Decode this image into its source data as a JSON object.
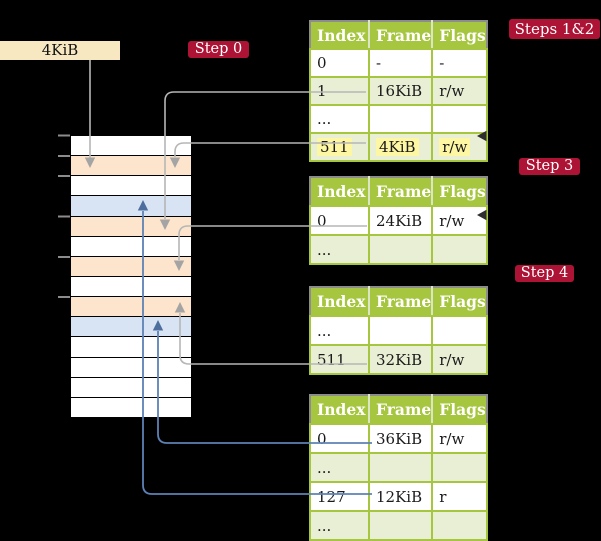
{
  "colors": {
    "background": "#000000",
    "step_label_red": "#ac1334",
    "table_header_green": "#a5c63e",
    "table_row_shade": "#e9efd5",
    "highlight_yellow": "#fdf6a3",
    "memory_frame_peach": "#fce5cc",
    "memory_frame_blue": "#d8e4f4",
    "frame_box_tan": "#f7e8c1",
    "pointer_line_gray": "#b6b6b6",
    "pointer_line_blue": "#5d82b5"
  },
  "frame_box": {
    "label": "4KiB"
  },
  "step_labels": [
    {
      "text": "Step 0"
    },
    {
      "text": "Steps 1&2"
    },
    {
      "text": "Step 3"
    },
    {
      "text": "Step 4"
    }
  ],
  "tables": [
    {
      "headers": [
        "Index",
        "Frame",
        "Flags"
      ],
      "rows": [
        {
          "cells": [
            "0",
            "-",
            "-"
          ]
        },
        {
          "cells": [
            "1",
            "16KiB",
            "r/w"
          ]
        },
        {
          "cells": [
            "...",
            "",
            ""
          ]
        },
        {
          "cells": [
            "511",
            "4KiB",
            "r/w"
          ]
        }
      ]
    },
    {
      "headers": [
        "Index",
        "Frame",
        "Flags"
      ],
      "rows": [
        {
          "cells": [
            "0",
            "24KiB",
            "r/w"
          ]
        },
        {
          "cells": [
            "...",
            "",
            ""
          ]
        }
      ]
    },
    {
      "headers": [
        "Index",
        "Frame",
        "Flags"
      ],
      "rows": [
        {
          "cells": [
            "...",
            "",
            ""
          ]
        },
        {
          "cells": [
            "511",
            "32KiB",
            "r/w"
          ]
        }
      ]
    },
    {
      "headers": [
        "Index",
        "Frame",
        "Flags"
      ],
      "rows": [
        {
          "cells": [
            "0",
            "36KiB",
            "r/w"
          ]
        },
        {
          "cells": [
            "...",
            "",
            ""
          ]
        },
        {
          "cells": [
            "127",
            "12KiB",
            "r"
          ]
        },
        {
          "cells": [
            "...",
            "",
            ""
          ]
        }
      ]
    }
  ],
  "memory": {
    "rows": [
      {
        "css": "mem-row white"
      },
      {
        "css": "mem-row peach"
      },
      {
        "css": "mem-row white"
      },
      {
        "css": "mem-row blue"
      },
      {
        "css": "mem-row peach"
      },
      {
        "css": "mem-row white"
      },
      {
        "css": "mem-row peach"
      },
      {
        "css": "mem-row white"
      },
      {
        "css": "mem-row peach"
      },
      {
        "css": "mem-row blue"
      },
      {
        "css": "mem-row white"
      },
      {
        "css": "mem-row white"
      },
      {
        "css": "mem-row white"
      },
      {
        "css": "mem-row white"
      }
    ]
  }
}
